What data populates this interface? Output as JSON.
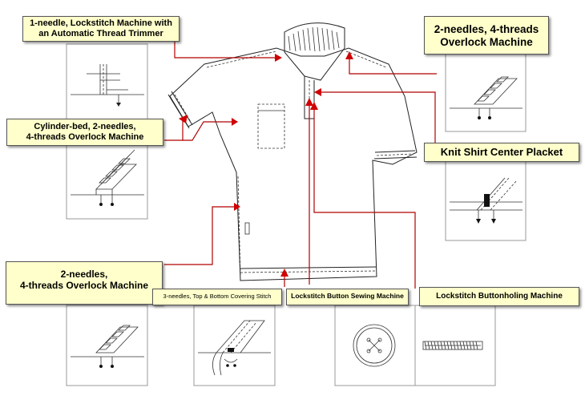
{
  "labels": {
    "lockstitch_trimmer": [
      "1-needle, Lockstitch Machine with",
      "an Automatic Thread Trimmer"
    ],
    "overlock_top_right": [
      "2-needles, 4-threads",
      "Overlock Machine"
    ],
    "cylinder_bed": [
      "Cylinder-bed, 2-needles,",
      "4-threads Overlock Machine"
    ],
    "placket": "Knit Shirt Center Placket",
    "overlock_bottom_left": [
      "2-needles,",
      "4-threads Overlock Machine"
    ],
    "covering_stitch": "3-needles, Top & Bottom Covering Stitch",
    "button_sewing": "Lockstitch Button Sewing Machine",
    "buttonholing": "Lockstitch Buttonholing Machine"
  },
  "colors": {
    "label_fill": "#ffffcc",
    "leader_line": "#b00000",
    "arrow": "#d00000"
  }
}
